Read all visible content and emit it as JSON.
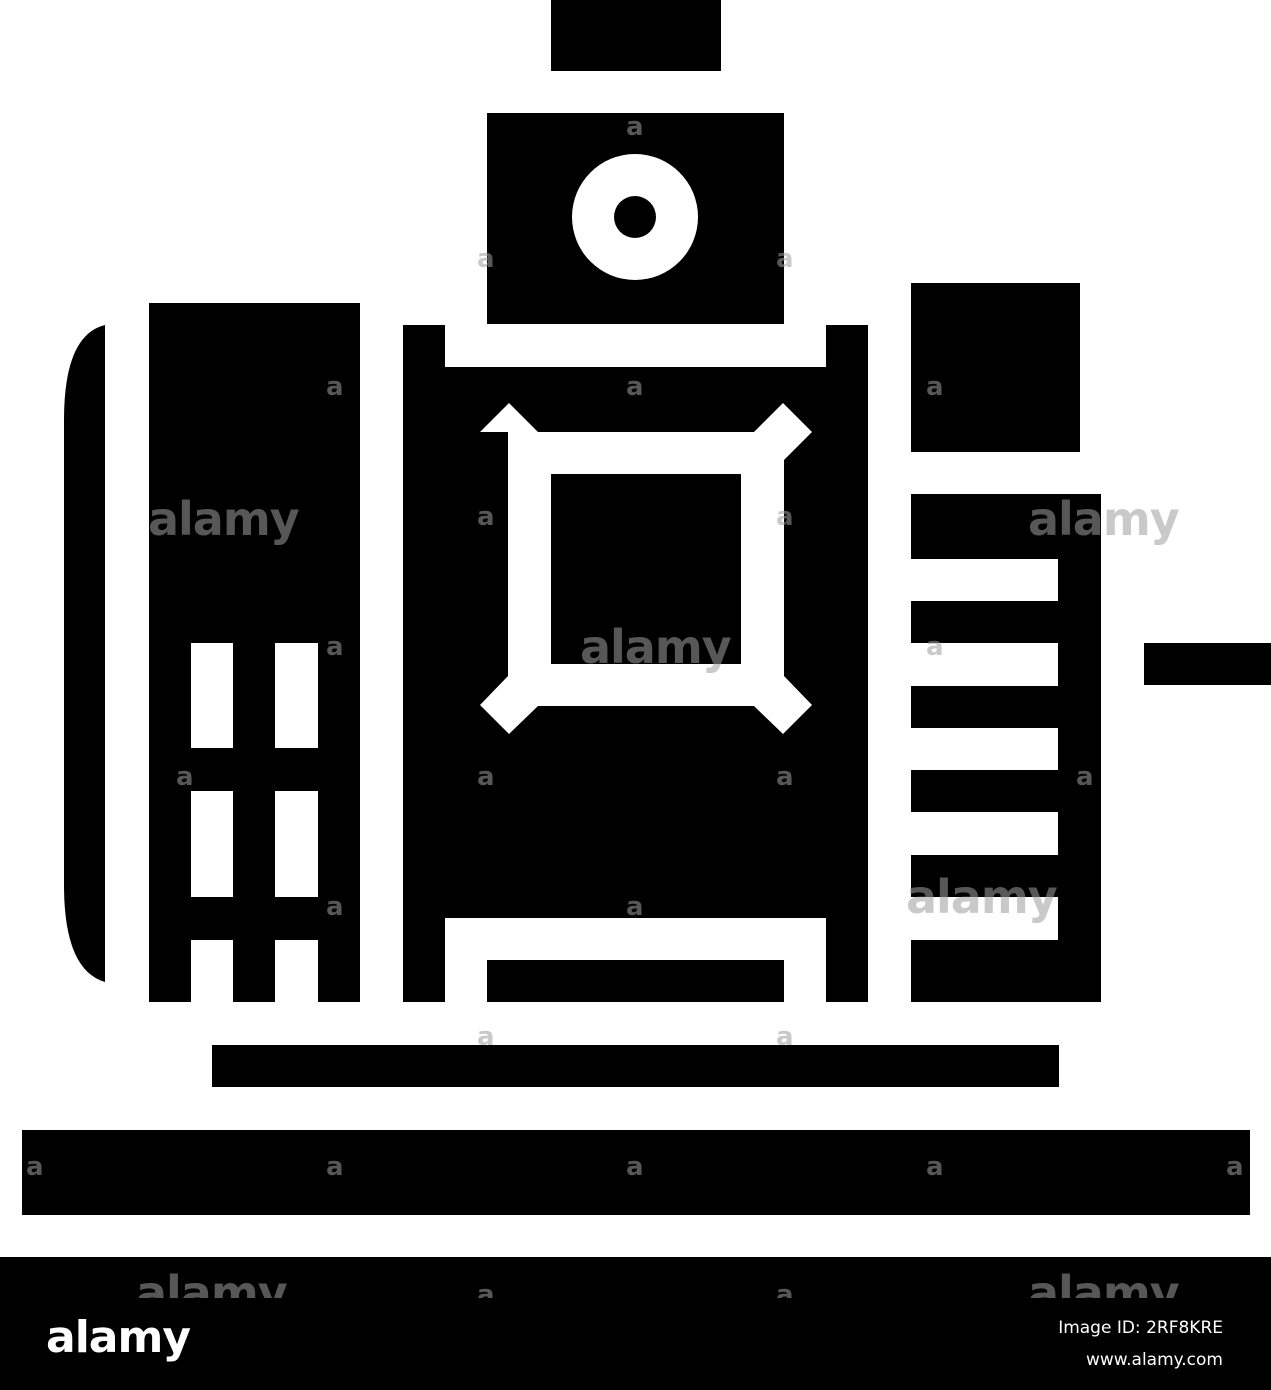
{
  "icon": {
    "name": "electric-generator-glyph-icon",
    "fill": "#000000",
    "background": "#ffffff"
  },
  "watermark": {
    "word": "alamy",
    "letter": "a",
    "color": "#9e9e9e"
  },
  "footer": {
    "logo": "alamy",
    "image_id_text": "Image ID: 2RF8KRE",
    "url_text": "www.alamy.com",
    "background": "#000000",
    "text_color": "#ffffff"
  }
}
